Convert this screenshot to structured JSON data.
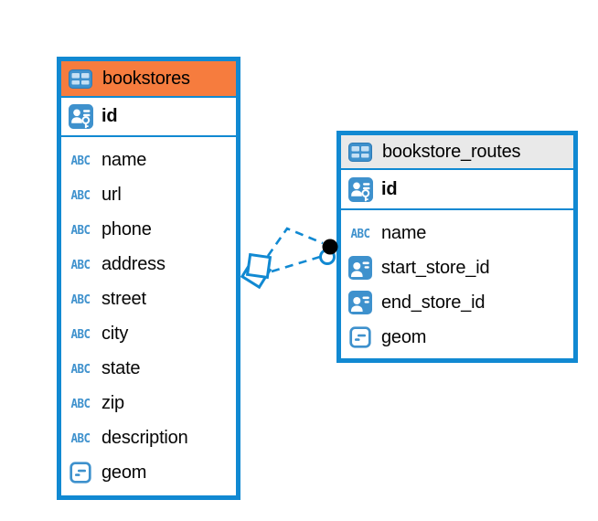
{
  "diagram": {
    "type": "entity-relationship-diagram",
    "colors": {
      "accent_blue": "#1189D2",
      "icon_blue": "#3E91CD",
      "selected_header_orange": "#F67C3E",
      "header_gray": "#E9E9E9"
    },
    "icons": {
      "text_type_glyph": "ABC",
      "table": "table-grid-icon",
      "primary_key": "person-with-key-icon",
      "reference": "person-card-icon",
      "geometry": "box-with-dash-icon"
    },
    "tables": [
      {
        "name": "bookstores",
        "header_style": "orange",
        "columns": [
          {
            "name": "id",
            "type": "primary-key"
          },
          {
            "name": "name",
            "type": "text"
          },
          {
            "name": "url",
            "type": "text"
          },
          {
            "name": "phone",
            "type": "text"
          },
          {
            "name": "address",
            "type": "text"
          },
          {
            "name": "street",
            "type": "text"
          },
          {
            "name": "city",
            "type": "text"
          },
          {
            "name": "state",
            "type": "text"
          },
          {
            "name": "zip",
            "type": "text"
          },
          {
            "name": "description",
            "type": "text"
          },
          {
            "name": "geom",
            "type": "geometry"
          }
        ]
      },
      {
        "name": "bookstore_routes",
        "header_style": "gray",
        "columns": [
          {
            "name": "id",
            "type": "primary-key"
          },
          {
            "name": "name",
            "type": "text"
          },
          {
            "name": "start_store_id",
            "type": "reference"
          },
          {
            "name": "end_store_id",
            "type": "reference"
          },
          {
            "name": "geom",
            "type": "geometry"
          }
        ]
      }
    ],
    "relations": [
      {
        "between": [
          "bookstores",
          "bookstore_routes"
        ],
        "style": "dashed",
        "left_end": "diamond-marker",
        "right_end": "dot-marker"
      },
      {
        "between": [
          "bookstores",
          "bookstore_routes"
        ],
        "style": "dashed",
        "left_end": "diamond-marker",
        "right_end": "dot-marker"
      }
    ]
  }
}
